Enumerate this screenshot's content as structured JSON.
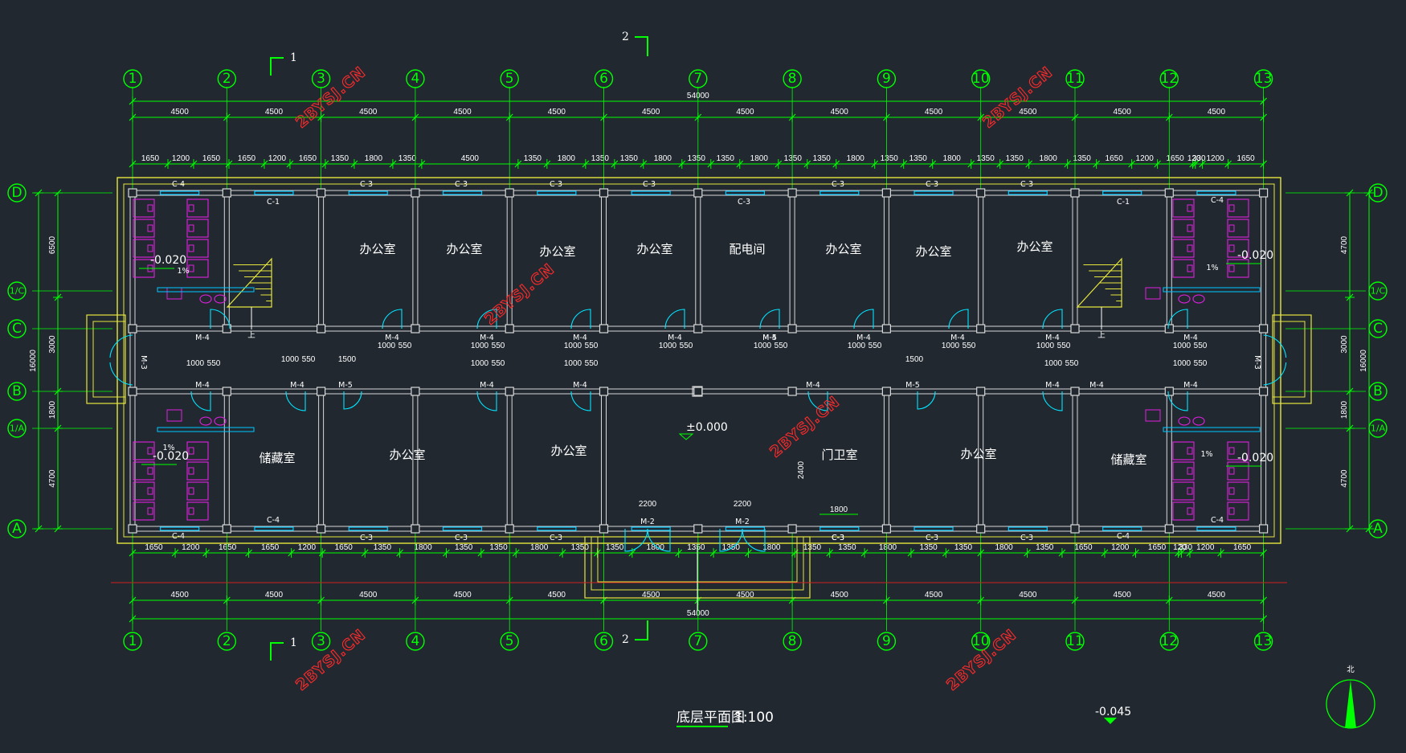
{
  "title": {
    "name": "底层平面图",
    "scale": "1:100"
  },
  "axes_h": {
    "labels": [
      "1",
      "2",
      "3",
      "4",
      "5",
      "6",
      "7",
      "8",
      "9",
      "10",
      "11",
      "12",
      "13"
    ],
    "bays": [
      "4500",
      "4500",
      "4500",
      "4500",
      "4500",
      "4500",
      "4500",
      "4500",
      "4500",
      "4500",
      "4500",
      "4500"
    ],
    "total": "54000",
    "top_detail": [
      "1650",
      "1200",
      "1650",
      "1650",
      "1200",
      "1650",
      "1350",
      "1800",
      "1350",
      "4500",
      "1350",
      "1800",
      "1350",
      "1350",
      "1800",
      "1350",
      "1350",
      "1800",
      "1350",
      "1350",
      "1800",
      "1350",
      "1350",
      "1800",
      "1350",
      "1350",
      "1800",
      "1350",
      "1650",
      "1200",
      "1650",
      "120",
      "330",
      "1200",
      "1650"
    ],
    "bottom_detail": [
      "1650",
      "1200",
      "1650",
      "1650",
      "1200",
      "1650",
      "1350",
      "1800",
      "1350",
      "1350",
      "1800",
      "1350",
      "1350",
      "1800",
      "1350",
      "1350",
      "1800",
      "1350",
      "1350",
      "1800",
      "1350",
      "1350",
      "1800",
      "1350",
      "1650",
      "1200",
      "1650",
      "120",
      "330",
      "1200",
      "1650"
    ]
  },
  "axes_v": {
    "labels": [
      "D",
      "1/C",
      "C",
      "B",
      "1/A",
      "A"
    ],
    "left_dims": [
      "6500",
      "3000",
      "1800",
      "4700"
    ],
    "total": "16000",
    "right_dims": [
      "4700",
      "1800",
      "3000",
      "4700"
    ]
  },
  "rooms": [
    {
      "label": "办公室"
    },
    {
      "label": "办公室"
    },
    {
      "label": "办公室"
    },
    {
      "label": "办公室"
    },
    {
      "label": "配电间"
    },
    {
      "label": "办公室"
    },
    {
      "label": "办公室"
    },
    {
      "label": "办公室"
    },
    {
      "label": "储藏室"
    },
    {
      "label": "办公室"
    },
    {
      "label": "办公室"
    },
    {
      "label": "门卫室"
    },
    {
      "label": "办公室"
    },
    {
      "label": "储藏室"
    }
  ],
  "levels": {
    "toilet": "-0.020",
    "floor": "±0.000",
    "outside": "-0.045",
    "slope": "1%"
  },
  "door_tags": {
    "m2": "M-2",
    "m3": "M-3",
    "m4": "M-4",
    "m5": "M-5"
  },
  "window_tags": {
    "c1": "C-1",
    "c3": "C-3",
    "c4": "C-4"
  },
  "door_dims": {
    "a": "1000",
    "b": "550",
    "c": "1500",
    "d": "2200",
    "e": "1800",
    "f": "2400"
  },
  "section_marks": {
    "s1": "1",
    "s2": "2"
  },
  "stair_label": "上",
  "north": "北",
  "watermark": "2BYSJ.CN",
  "colors": {
    "background": "#212830",
    "grid": "#00ff00",
    "wall": "#d8d8d8",
    "outline": "#e6e63c",
    "fixture": "#e020e0",
    "window": "#00c8ff",
    "door": "#00e6ff",
    "watermark": "#ff2a2a"
  }
}
